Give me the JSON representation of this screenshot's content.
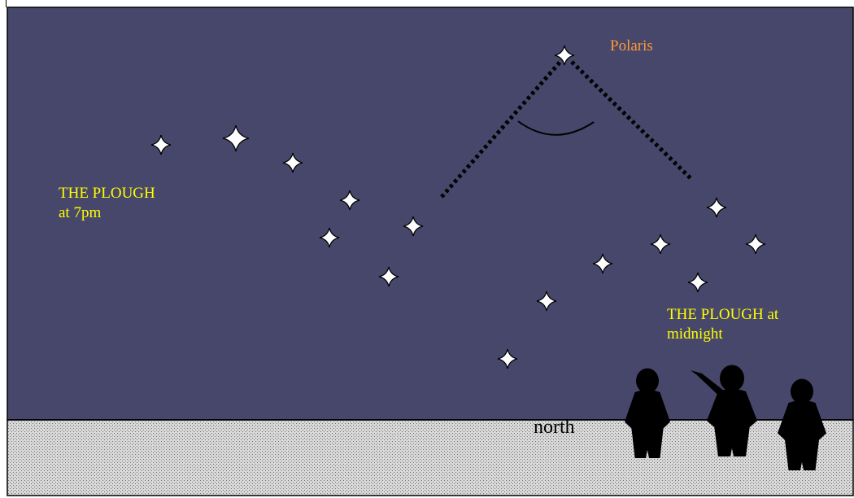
{
  "scene": {
    "colors": {
      "sky": "#46476b",
      "ground": "#c0c0c0",
      "star_fill": "#ffffff",
      "star_outline": "#000000",
      "label_plough": "#ffff00",
      "label_polaris": "#ff9933",
      "label_north": "#000000"
    },
    "labels": {
      "polaris": "Polaris",
      "plough_7pm": "THE PLOUGH\nat 7pm",
      "plough_midnight": "THE PLOUGH at\nmidnight",
      "north": "north"
    },
    "icons": [
      "star-icon",
      "observer-silhouette-icon"
    ]
  }
}
